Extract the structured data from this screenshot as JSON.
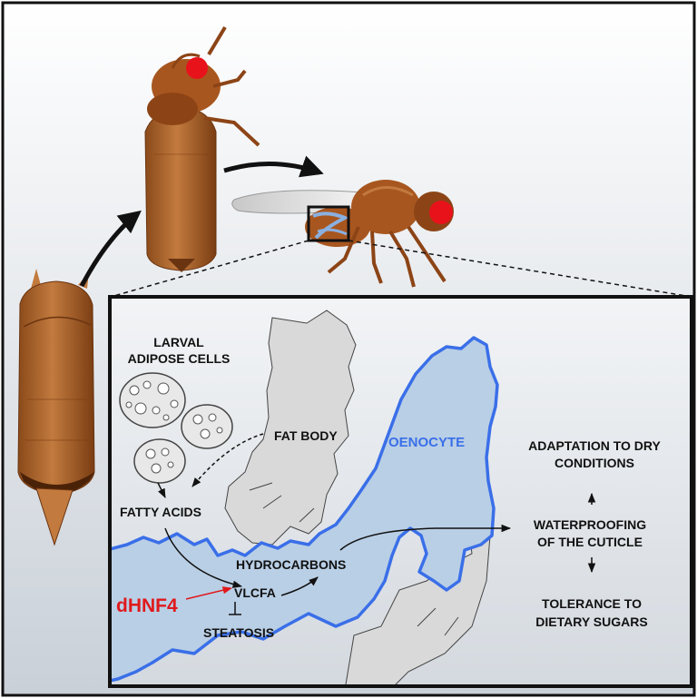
{
  "labels": {
    "larval_adipose_line1": "LARVAL",
    "larval_adipose_line2": "ADIPOSE CELLS",
    "fat_body": "FAT BODY",
    "oenocyte": "OENOCYTE",
    "fatty_acids": "FATTY ACIDS",
    "hydrocarbons": "HYDROCARBONS",
    "vlcfa": "VLCFA",
    "dhnf4": "dHNF4",
    "steatosis": "STEATOSIS",
    "adaptation_line1": "ADAPTATION TO DRY",
    "adaptation_line2": "CONDITIONS",
    "waterproofing_line1": "WATERPROOFING",
    "waterproofing_line2": "OF THE CUTICLE",
    "tolerance_line1": "TOLERANCE TO",
    "tolerance_line2": "DIETARY SUGARS"
  },
  "colors": {
    "oenocyte_fill": "#b9cfe6",
    "oenocyte_stroke": "#3a6fe8",
    "oenocyte_text": "#3a6fe8",
    "fat_body_fill": "#d9d9d9",
    "dhnf4_text": "#e0191b",
    "fly_body": "#a8561f",
    "fly_eye": "#e8121b",
    "pupa_body": "#b86a2e"
  },
  "icons": [
    "pupa-early-icon",
    "pupa-late-icon",
    "adult-fly-icon",
    "lipid-droplet-cell-icon"
  ]
}
